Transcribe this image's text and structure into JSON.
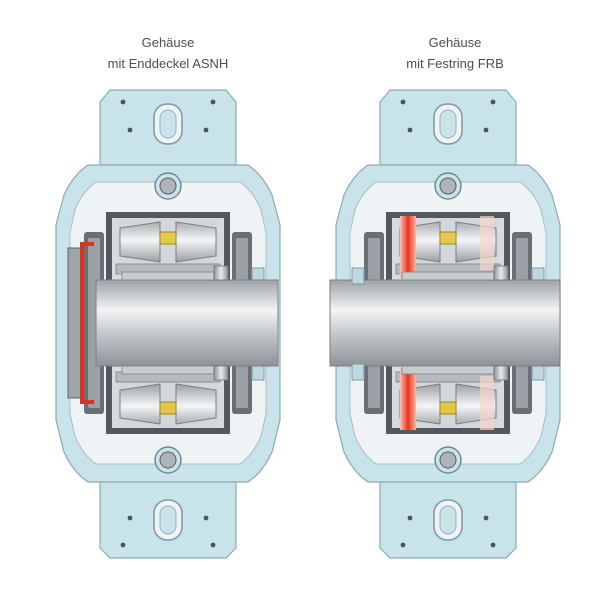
{
  "captions": {
    "left": {
      "line1": "Gehäuse",
      "line2": "mit Enddeckel ASNH"
    },
    "right": {
      "line1": "Gehäuse",
      "line2": "mit Festring FRB"
    }
  },
  "colors": {
    "housing": "#c9e3ea",
    "housing_stroke": "#8fa9b2",
    "inner": "#eef3f5",
    "shaft": "#b8bcc0",
    "roller": "#cfd3d6",
    "cage": "#e4c84a",
    "seal_dark": "#5a5e62",
    "cap_red": "#e0301e",
    "ring_red": "#f0604a"
  },
  "icons": {
    "bearing": "bearing-housing-cross-section"
  }
}
